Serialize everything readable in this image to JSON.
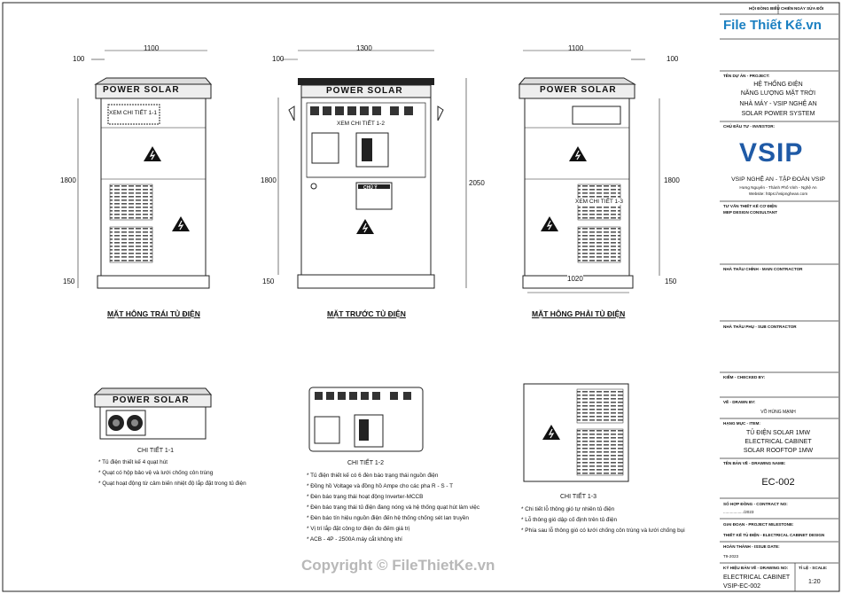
{
  "views": {
    "left": {
      "caption": "MẶT HÔNG TRÁI TỦ ĐIỆN",
      "width": "1100",
      "overhang": "100",
      "height": "1800",
      "base": "150",
      "callout": "XEM CHI TIẾT 1-1",
      "header": "POWER SOLAR"
    },
    "front": {
      "caption": "MẶT TRƯỚC TỦ ĐIỆN",
      "width": "1300",
      "overhang": "100",
      "height": "1800",
      "base": "150",
      "total": "2050",
      "callout": "XEM CHI TIẾT 1-2",
      "header": "POWER SOLAR",
      "warning": "CHÚ Ý"
    },
    "right": {
      "caption": "MẶT HÔNG PHẢI TỦ ĐIỆN",
      "width": "1100",
      "overhang": "100",
      "height": "1800",
      "base": "150",
      "bottom_width": "1020",
      "callout": "XEM CHI TIẾT 1-3",
      "header": "POWER SOLAR"
    }
  },
  "details": {
    "d11": {
      "title": "CHI TIẾT 1-1",
      "header": "POWER SOLAR",
      "notes": [
        "* Tủ điện thiết kế 4 quạt hút",
        "* Quạt có hộp bảo vệ và lưới chống côn trùng",
        "* Quạt hoạt động từ cảm biến nhiệt độ lắp đặt trong tủ điện"
      ]
    },
    "d12": {
      "title": "CHI TIẾT 1-2",
      "notes": [
        "* Tủ điện thiết kế có 6 đèn báo trạng thái nguồn điện",
        "* Đồng hồ Voltage và đồng hồ Ampe cho các pha R - S - T",
        "* Đèn báo trạng thái hoạt động Inverter-MCCB",
        "* Đèn báo trạng thái tủ điện đang nóng và hệ thống quạt hút làm việc",
        "* Đèn báo tín hiệu nguồn điện đến hệ thống chống sét lan truyền",
        "* Vị trí lắp đặt công tơ điện đo đếm giá trị",
        "* ACB - 4P - 2500A máy cắt không khí"
      ]
    },
    "d13": {
      "title": "CHI TIẾT 1-3",
      "notes": [
        "* Chi tiết lỗ thông gió tự nhiên tủ điện",
        "* Lỗ thông gió dập cố định trên tủ điện",
        "* Phía sau lỗ thông gió có lưới chống côn trùng và lưới chống bụi"
      ]
    }
  },
  "title_block": {
    "top_left": "HỘI ĐỒNG BIỂU CHIẾN",
    "top_right": "NGÀY SỬA ĐỔI",
    "logo": "File Thiết Kế.vn",
    "project_label": "TÊN DỰ ÁN - PROJECT:",
    "project": [
      "HỆ THỐNG ĐIỆN",
      "NĂNG LƯỢNG MẶT TRỜI",
      "NHÀ MÁY - VSIP NGHỆ AN",
      "SOLAR POWER SYSTEM"
    ],
    "investor_label": "CHỦ ĐẦU TƯ - INVESTOR:",
    "investor_logo": "VSIP",
    "investor_name": "VSIP NGHỆ AN - TẬP ĐOÀN VSIP",
    "investor_addr": "Hưng Nguyên - Thành Phố Vinh - Nghệ An",
    "investor_web": "Website: https://vsipnghean.com",
    "consultant_label": "TƯ VẤN THIẾT KẾ CƠ ĐIỆN",
    "consultant": "MEP DESIGN CONSULTANT",
    "main_contractor_label": "NHÀ THẦU CHÍNH - MAIN CONTRACTOR",
    "sub_contractor_label": "NHÀ THẦU PHỤ - SUB CONTRACTOR",
    "checked_label": "KIỂM - CHECKED BY:",
    "drawn_label": "VẼ - DRAWN BY:",
    "drawn": "VÕ HÙNG MẠNH",
    "item_label": "HẠNG MỤC - ITEM:",
    "item": [
      "TỦ ĐIỆN SOLAR 1MW",
      "ELECTRICAL CABINET",
      "SOLAR ROOFTOP 1MW"
    ],
    "drawing_name_label": "TÊN BẢN VẼ - DRAWING NAME:",
    "drawing_name": "EC-002",
    "contract_label": "SỐ HỢP ĐỒNG - CONTRACT NO:",
    "contract": "................../2023",
    "milestone_label": "GIAI ĐOẠN - PROJECT MILESTONE:",
    "milestone": "THIẾT KẾ TỦ ĐIỆN - ELECTRICAL CABINET DESIGN",
    "issue_label": "HOÀN THÀNH - ISSUE DATE:",
    "issue": "T9-2023",
    "drawing_no_label": "KÝ HIỆU BẢN VẼ - DRAWING NO:",
    "drawing_no": [
      "ELECTRICAL CABINET",
      "VSIP-EC-002"
    ],
    "scale_label": "TỈ LỆ - SCALE:",
    "scale": "1:20"
  },
  "watermark": "Copyright © FileThietKe.vn"
}
